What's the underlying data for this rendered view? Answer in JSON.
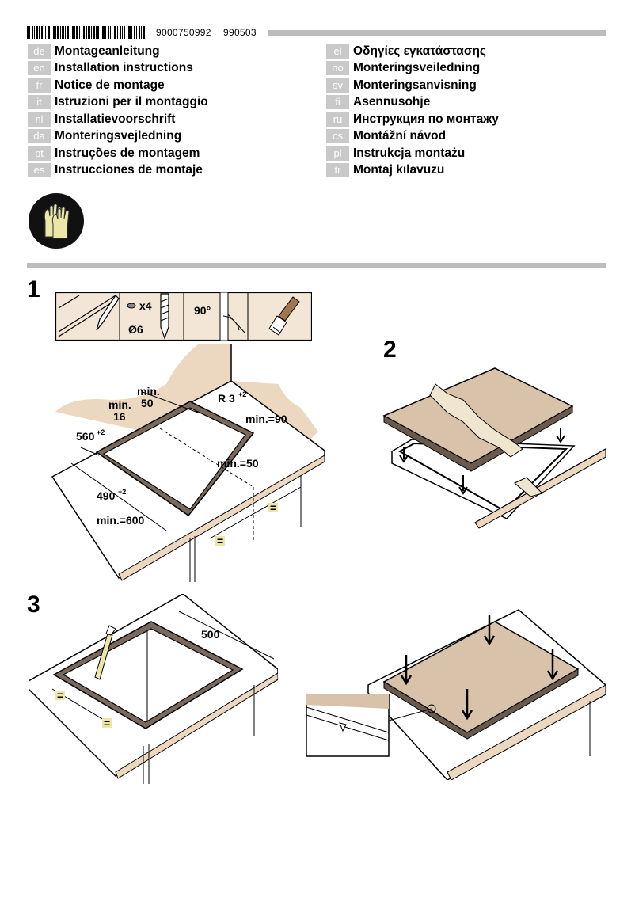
{
  "header": {
    "doc_number": "9000750992",
    "doc_date": "990503"
  },
  "languages_left": [
    {
      "code": "de",
      "title": "Montageanleitung"
    },
    {
      "code": "en",
      "title": "Installation instructions"
    },
    {
      "code": "fr",
      "title": "Notice de montage"
    },
    {
      "code": "it",
      "title": "Istruzioni per il montaggio"
    },
    {
      "code": "nl",
      "title": "Installatievoorschrift"
    },
    {
      "code": "da",
      "title": "Monteringsvejledning"
    },
    {
      "code": "pt",
      "title": "Instruções de montagem"
    },
    {
      "code": "es",
      "title": "Instrucciones de montaje"
    }
  ],
  "languages_right": [
    {
      "code": "el",
      "title": "Οδηγίες εγκατάστασης"
    },
    {
      "code": "no",
      "title": "Monteringsveiledning"
    },
    {
      "code": "sv",
      "title": "Monteringsanvisning"
    },
    {
      "code": "fi",
      "title": "Asennusohje"
    },
    {
      "code": "ru",
      "title": "Инструкция по монтажу"
    },
    {
      "code": "cs",
      "title": "Montážní návod"
    },
    {
      "code": "pl",
      "title": "Instrukcja montażu"
    },
    {
      "code": "tr",
      "title": "Montaj kılavuzu"
    }
  ],
  "steps": {
    "step1": "1",
    "step2": "2",
    "step3": "3"
  },
  "tools": {
    "screws": "x4",
    "drill": "Ø6",
    "angle": "90°"
  },
  "dimensions": {
    "min50_top_a": "min.",
    "min50_top_b": "50",
    "min16_a": "min.",
    "min16_b": "16",
    "radius": "R 3",
    "radius_sup": "+2",
    "min90": "min.=90",
    "w560": "560",
    "w560_sup": "+2",
    "min50_side": "min.=50",
    "d490": "490",
    "d490_sup": "+2",
    "min600": "min.=600",
    "equal": "=",
    "d500": "500"
  },
  "icons": {
    "safety": "gloves-icon",
    "pencil": "pencil-icon",
    "drill": "drill-bit-icon",
    "saw": "jigsaw-blade-icon",
    "brush": "brush-icon"
  },
  "colors": {
    "hob_fill": "#d8c3aa",
    "wall_fill": "#ecd8c0",
    "gray_bar": "#bdbdbd",
    "code_bg": "#c9c9c9"
  }
}
